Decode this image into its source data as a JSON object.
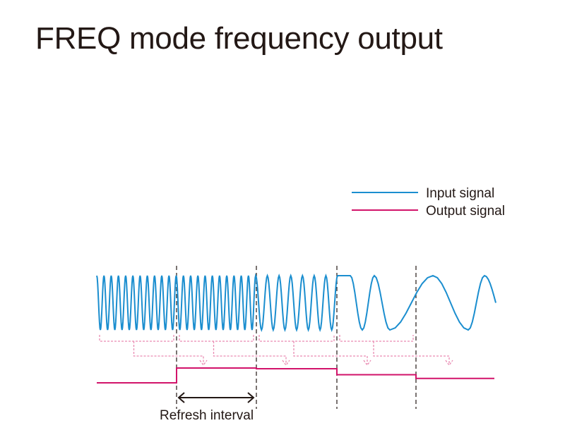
{
  "title": "FREQ mode frequency output",
  "legend": {
    "input_label": "Input signal",
    "output_label": "Output signal"
  },
  "annotation": {
    "refresh_interval": "Refresh interval"
  },
  "colors": {
    "input": "#1b8ecf",
    "output": "#d2136a",
    "transfer_arrow": "#e98bb2",
    "text": "#231815"
  },
  "output_levels": [
    0,
    1.0,
    0.95,
    0.55,
    0.3
  ]
}
